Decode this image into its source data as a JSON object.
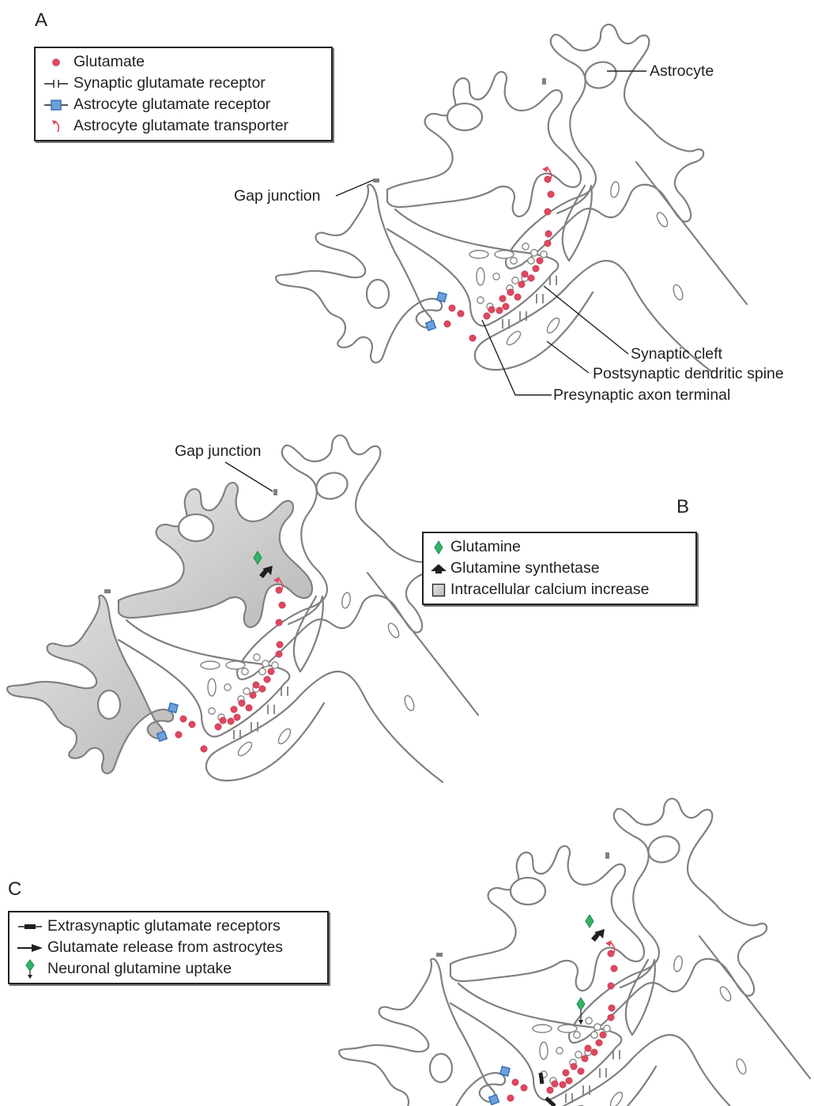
{
  "figure": {
    "panels": [
      {
        "id": "A",
        "letter": "A",
        "legend": [
          {
            "symbol": "glutamate-dot",
            "label": "Glutamate"
          },
          {
            "symbol": "synaptic-receptor",
            "label": "Synaptic glutamate receptor"
          },
          {
            "symbol": "astrocyte-receptor",
            "label": "Astrocyte glutamate receptor"
          },
          {
            "symbol": "astrocyte-transporter",
            "label": "Astrocyte glutamate transporter"
          }
        ],
        "callouts": {
          "astrocyte": "Astrocyte",
          "gap_junction": "Gap junction",
          "synaptic_cleft": "Synaptic cleft",
          "postsynaptic": "Postsynaptic dendritic spine",
          "presynaptic": "Presynaptic axon terminal"
        }
      },
      {
        "id": "B",
        "letter": "B",
        "legend": [
          {
            "symbol": "glutamine-diamond",
            "label": "Glutamine"
          },
          {
            "symbol": "glutamine-synthetase-arrow",
            "label": "Glutamine synthetase"
          },
          {
            "symbol": "calcium-square",
            "label": "Intracellular calcium increase"
          }
        ],
        "callouts": {
          "gap_junction": "Gap junction"
        }
      },
      {
        "id": "C",
        "letter": "C",
        "legend": [
          {
            "symbol": "extrasynaptic-receptor",
            "label": "Extrasynaptic glutamate receptors"
          },
          {
            "symbol": "release-arrow",
            "label": "Glutamate release from astrocytes"
          },
          {
            "symbol": "glutamine-uptake",
            "label": "Neuronal glutamine uptake"
          }
        ]
      }
    ],
    "colors": {
      "glutamate": "#e0475f",
      "astrocyte_receptor": "#6ea1d9",
      "glutamine": "#34b36a",
      "outline": "#808080",
      "calcium_fill": "#c8c8c8"
    }
  }
}
